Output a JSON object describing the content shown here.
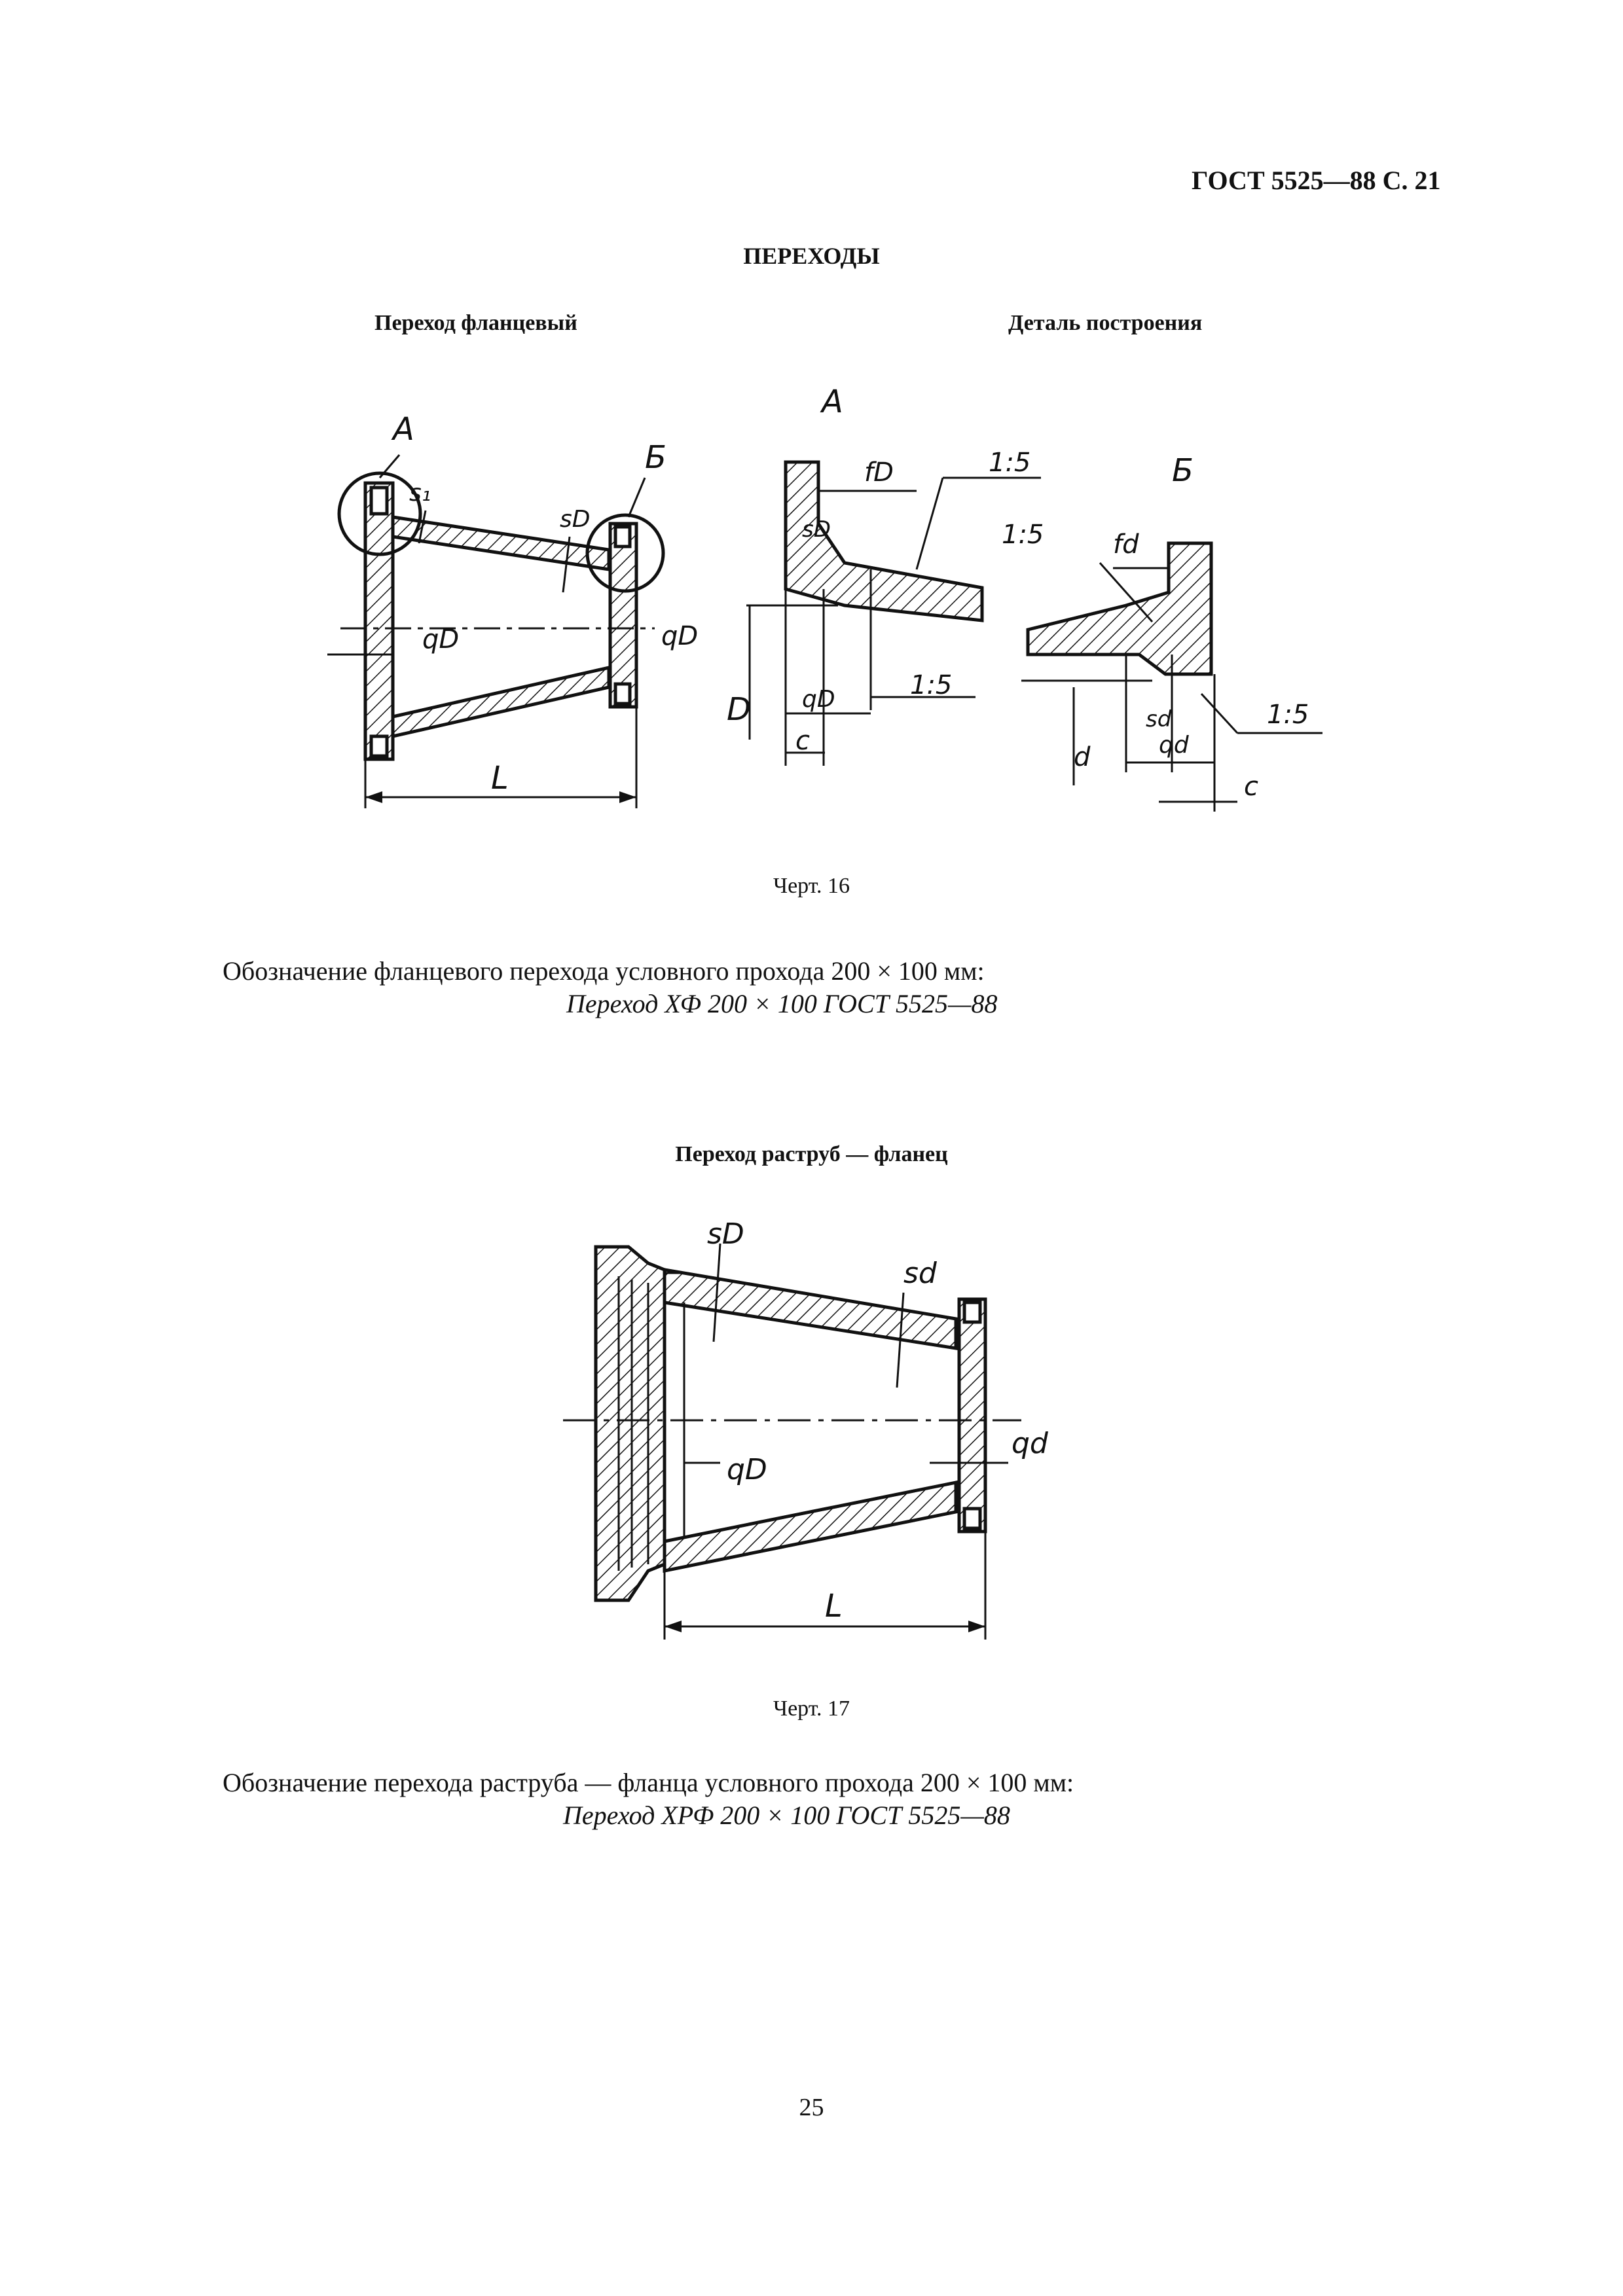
{
  "header": {
    "doc_ref": "ГОСТ 5525—88 С. 21"
  },
  "section_title": "ПЕРЕХОДЫ",
  "fig16": {
    "caption_left": "Переход фланцевый",
    "caption_right": "Деталь построения",
    "label": "Черт. 16",
    "labels": {
      "A": "А",
      "B": "Б",
      "s1": "s₁",
      "sD": "sD",
      "qD": "qD",
      "L": "L",
      "fD": "fD",
      "fd": "fd",
      "slope": "1:5",
      "D": "D",
      "c": "c",
      "d": "d",
      "sd": "sd",
      "qd": "qd"
    }
  },
  "designation1": {
    "text": "Обозначение фланцевого перехода условного прохода 200 × 100 мм:",
    "example": "Переход ХФ 200 × 100 ГОСТ 5525—88"
  },
  "fig17": {
    "caption": "Переход раструб — фланец",
    "label": "Черт. 17",
    "labels": {
      "sD": "sD",
      "sd": "sd",
      "qD": "qD",
      "qd": "qd",
      "L": "L"
    }
  },
  "designation2": {
    "text": "Обозначение перехода раструба — фланца условного прохода 200 × 100 мм:",
    "example": "Переход ХРФ 200 × 100 ГОСТ 5525—88"
  },
  "page_number": "25"
}
